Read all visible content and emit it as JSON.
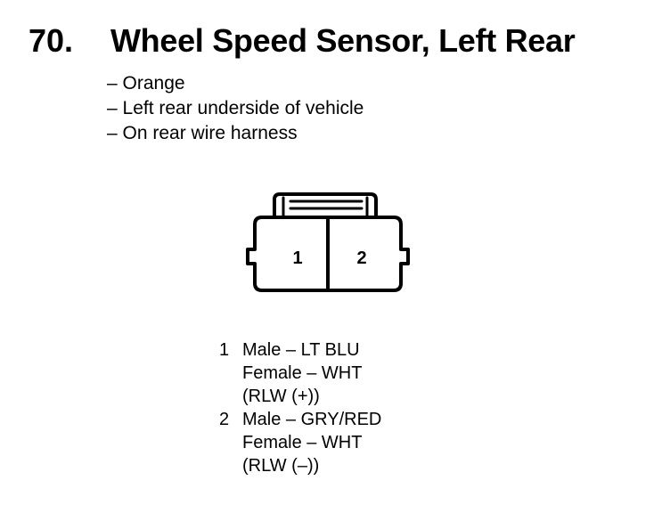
{
  "heading": {
    "number": "70.",
    "title": "Wheel Speed Sensor, Left Rear"
  },
  "details": [
    "– Orange",
    "– Left rear underside of vehicle",
    "– On rear wire harness"
  ],
  "connector": {
    "cavity_labels": [
      "1",
      "2"
    ]
  },
  "pins": [
    {
      "number": "1",
      "male": "Male – LT BLU",
      "female": "Female – WHT",
      "circuit": "(RLW (+))"
    },
    {
      "number": "2",
      "male": "Male – GRY/RED",
      "female": "Female – WHT",
      "circuit": "(RLW (–))"
    }
  ]
}
